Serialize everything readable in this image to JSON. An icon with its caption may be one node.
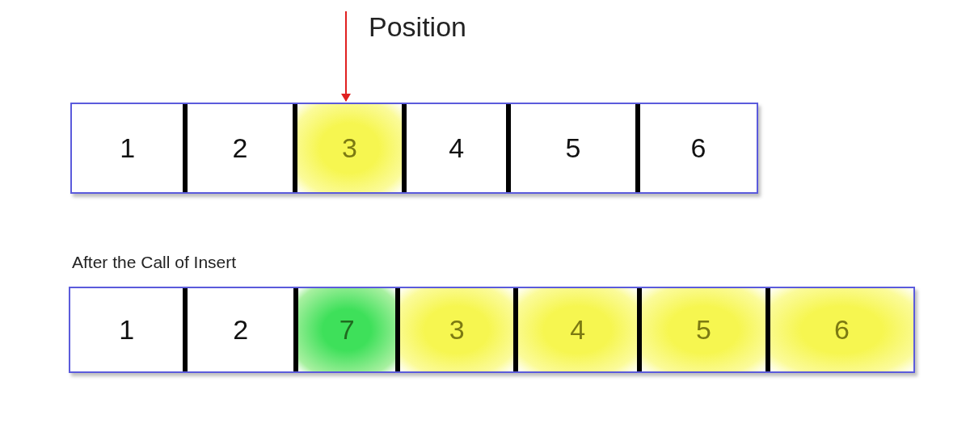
{
  "diagram": {
    "nodes": [
      {
        "text": [
          "Position"
        ]
      },
      {
        "text": [],
        "shape": "box"
      },
      {
        "text": [
          "1"
        ],
        "in": 1
      },
      {
        "text": [
          "2"
        ],
        "in": 1
      },
      {
        "text": [
          "3"
        ],
        "in": 1
      },
      {
        "text": [
          "4"
        ],
        "in": 1
      },
      {
        "text": [
          "5"
        ],
        "in": 1
      },
      {
        "text": [
          "6"
        ],
        "in": 1
      },
      {
        "text": [
          "After the Call of Insert"
        ]
      },
      {
        "text": [
          "1"
        ],
        "in": 8
      },
      {
        "text": [
          "2"
        ],
        "in": 8
      },
      {
        "text": [
          "7"
        ],
        "in": 8
      },
      {
        "text": [
          "3"
        ],
        "in": 8
      },
      {
        "text": [
          "4"
        ],
        "in": 8
      },
      {
        "text": [
          "5"
        ],
        "in": 8
      },
      {
        "text": [
          "6"
        ],
        "in": 8
      }
    ],
    "edges": [
      {
        "from": 0,
        "to": 4,
        "arrow": "to",
        "color": "#e02020"
      }
    ]
  }
}
